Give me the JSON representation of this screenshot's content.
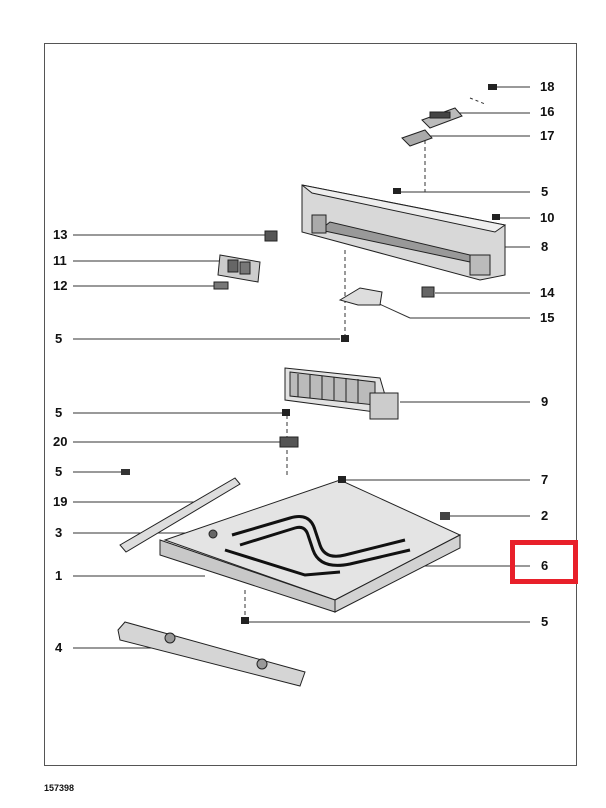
{
  "diagram": {
    "callouts": [
      "18",
      "16",
      "17",
      "5",
      "10",
      "8",
      "13",
      "11",
      "12",
      "14",
      "15",
      "5",
      "9",
      "5",
      "20",
      "5",
      "7",
      "19",
      "2",
      "3",
      "6",
      "1",
      "5",
      "4"
    ],
    "highlight_color": "#e8202a",
    "highlighted_part": "6"
  },
  "footer": {
    "drawing_code": "157398"
  }
}
